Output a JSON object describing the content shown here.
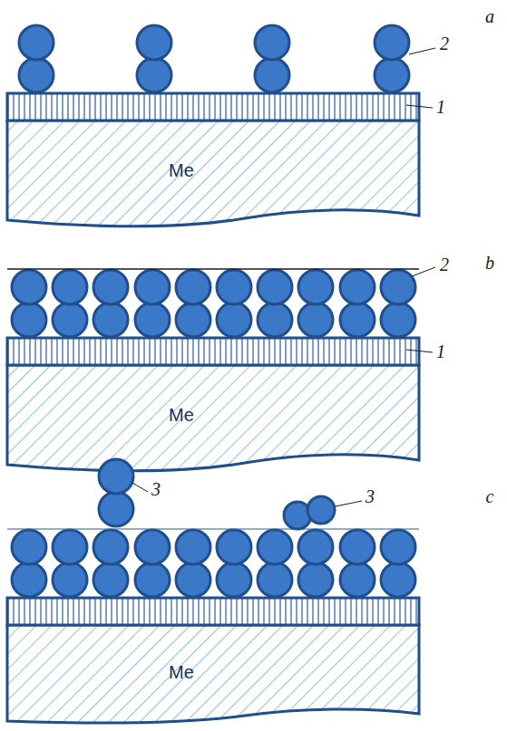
{
  "diagram": {
    "labels": [
      "a",
      "2",
      "1",
      "Me",
      "b",
      "2",
      "1",
      "Me",
      "c",
      "3",
      "3",
      "Me"
    ]
  }
}
